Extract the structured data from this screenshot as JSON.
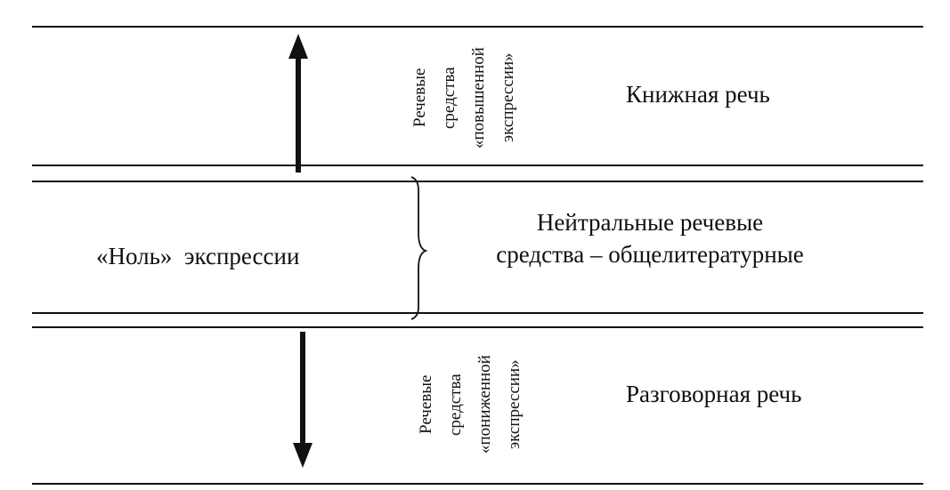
{
  "diagram": {
    "bookish": {
      "title": "Книжная речь",
      "means": [
        "Речевые",
        "средства",
        "«повышенной",
        "экспрессии»"
      ],
      "arrow_direction": "up"
    },
    "neutral": {
      "zero_label": "«Ноль»  экспрессии",
      "description_line1": "Нейтральные речевые",
      "description_line2": "средства – общелитературные"
    },
    "colloquial": {
      "title": "Разговорная речь",
      "means": [
        "Речевые",
        "средства",
        "«пониженной",
        "экспрессии»"
      ],
      "arrow_direction": "down"
    }
  }
}
